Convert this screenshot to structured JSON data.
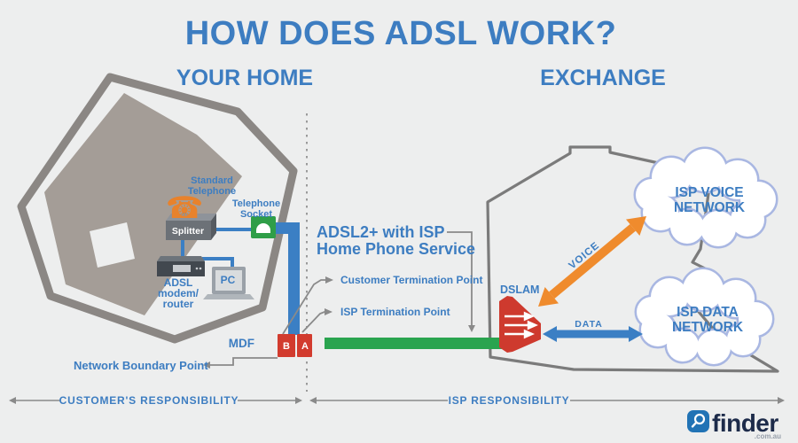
{
  "title": "HOW DOES ADSL WORK?",
  "sections": {
    "home": "YOUR HOME",
    "exchange": "EXCHANGE"
  },
  "home": {
    "standard_telephone": {
      "line1": "Standard",
      "line2": "Telephone"
    },
    "telephone_socket": {
      "line1": "Telephone",
      "line2": "Socket"
    },
    "splitter": "Splitter",
    "modem": {
      "line1": "ADSL",
      "line2": "modem/",
      "line3": "router"
    },
    "pc": "PC",
    "mdf": "MDF",
    "port_b": "B",
    "port_a": "A",
    "network_boundary_point": "Network Boundary Point"
  },
  "connection": {
    "heading": {
      "line1": "ADSL2+ with ISP",
      "line2": "Home Phone Service"
    },
    "customer_termination_point": "Customer Termination Point",
    "isp_termination_point": "ISP Termination Point"
  },
  "exchange": {
    "dslam": "DSLAM",
    "voice_label": "VOICE",
    "data_label": "DATA",
    "voice_cloud": {
      "line1": "ISP VOICE",
      "line2": "NETWORK"
    },
    "data_cloud": {
      "line1": "ISP DATA",
      "line2": "NETWORK"
    }
  },
  "footer": {
    "customer_responsibility": "CUSTOMER'S RESPONSIBILITY",
    "isp_responsibility": "ISP RESPONSIBILITY"
  },
  "branding": {
    "logo_text": "finder",
    "logo_domain": ".com.au"
  },
  "icons": {
    "telephone_glyph": "☎",
    "magnifier": "magnifying-glass"
  },
  "colors": {
    "accent_blue": "#3d7dc1",
    "line_blue": "#3b7fc4",
    "orange": "#ef8b2d",
    "green": "#2aa44f",
    "red": "#d23b2e",
    "house_outline": "#8b8784",
    "roof_fill": "#a49d97",
    "building_outline": "#7b7b7b",
    "cloud_outline": "#a9b7e2",
    "logo_navy": "#1d2b4a",
    "background": "#edeeee"
  }
}
